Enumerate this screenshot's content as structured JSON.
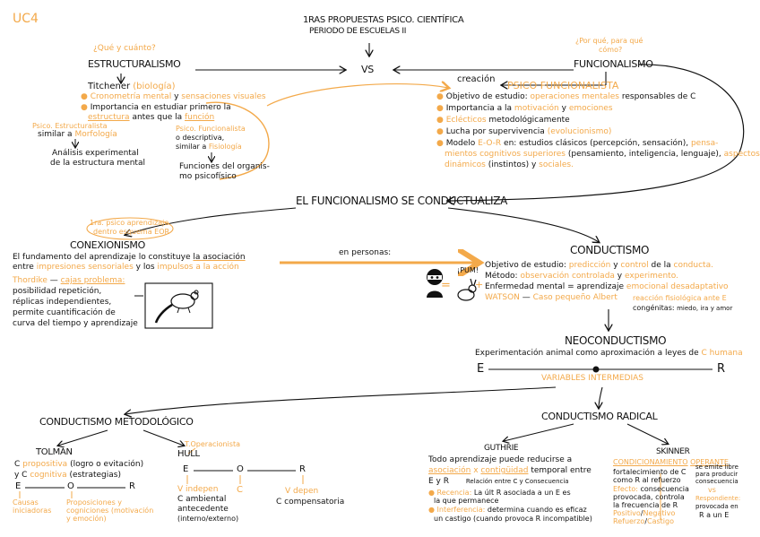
{
  "corner": "UC4",
  "title": {
    "line1": "1RAS PROPUESTAS PSICO. CIENTÍFICA",
    "line2": "PERIODO DE ESCUELAS",
    "roman": "II"
  },
  "vs": "VS",
  "estructuralismo": {
    "question": "¿Qué y cuánto?",
    "title": "ESTRUCTURALISMO",
    "titchener": "Titchener",
    "titchener_note": "(biología)",
    "b1a": "Cronometría mental",
    "b1b": "y",
    "b1c": "sensaciones visuales",
    "b2a": "Importancia en estudiar primero la",
    "b2b": "estructura",
    "b2c": "antes que la",
    "b2d": "función",
    "psico_est": "Psico. Estructuralista",
    "similar1a": "similar a",
    "similar1b": "Morfología",
    "analisis1": "Análisis experimental",
    "analisis2": "de la estructura mental",
    "psico_fun1": "Psico. Funcionalista",
    "psico_fun2": "o descriptiva,",
    "similar2a": "similar a",
    "similar2b": "Fisiología",
    "funciones1": "Funciones del organis-",
    "funciones2": "mo psicofísico"
  },
  "funcionalismo": {
    "question1": "¿Por qué, para qué",
    "question2": "cómo?",
    "title": "FUNCIONALISMO",
    "creacion": "creación",
    "psico": "PSICO FUNCIONALISTA",
    "i1a": "Objetivo de estudio:",
    "i1b": "operaciones mentales",
    "i1c": "responsables de C",
    "i2a": "Importancia a la",
    "i2b": "motivación",
    "i2c": "y",
    "i2d": "emociones",
    "i3a": "Eclécticos",
    "i3b": "metodológicamente",
    "i4a": "Lucha por supervivencia",
    "i4b": "(evolucionismo)",
    "i5a": "Modelo",
    "i5b": "E-O-R",
    "i5c": "en: estudios clásicos (percepción, sensación),",
    "i5d": "pensa-",
    "i6a": "mientos cognitivos superiores",
    "i6b": "(pensamiento, inteligencia, lenguaje),",
    "i6c": "aspectos",
    "i7a": "dinámicos",
    "i7b": "(instintos) y",
    "i7c": "sociales."
  },
  "conductualiza": "EL FUNCIONALISMO SE CONDUCTUALIZA",
  "conexionismo": {
    "note1": "1ra. psico aprendizaje",
    "note2": "dentro esquema EOR",
    "title": "CONEXIONISMO",
    "f1a": "El fundamento del aprendizaje lo constituye",
    "f1b": "la asociación",
    "f2a": "entre",
    "f2b": "impresiones sensoriales",
    "f2c": "y los",
    "f2d": "impulsos a la acción",
    "thorndike": "Thordike",
    "cajas": "cajas problema:",
    "p1": "posibilidad repetición,",
    "p2": "réplicas independientes,",
    "p3": "permite cuantificación de",
    "p4": "curva del tiempo y aprendizaje"
  },
  "en_personas": "en personas:",
  "conductismo": {
    "title": "CONDUCTISMO",
    "pum": "¡PUM!",
    "c1a": "Objetivo de estudio:",
    "c1b": "predicción",
    "c1c": "y",
    "c1d": "control",
    "c1e": "de la",
    "c1f": "conducta.",
    "c2a": "Método:",
    "c2b": "observación controlada",
    "c2c": "y",
    "c2d": "experimento.",
    "c3a": "Enfermedad mental = aprendizaje",
    "c3b": "emocional desadaptativo",
    "c4a": "WATSON",
    "c4b": "Caso pequeño Albert",
    "c4c": "reacción fisiológica ante E",
    "c5a": "congénitas:",
    "c5b": "miedo, ira y amor"
  },
  "neoconductismo": {
    "title": "NEOCONDUCTISMO",
    "exp1": "Experimentación animal como aproximación a leyes de",
    "exp2": "C humana",
    "e": "E",
    "r": "R",
    "variables": "VARIABLES INTERMEDIAS"
  },
  "metodologico": {
    "title": "CONDUCTISMO METODOLÓGICO",
    "tolman": "TOLMAN",
    "t1a": "C",
    "t1b": "propositiva",
    "t1c": "(logro o evitación)",
    "t2a": "y C",
    "t2b": "cognitiva",
    "t2c": "(estrategias)",
    "e": "E",
    "o": "O",
    "r": "R",
    "causas1": "Causas",
    "causas2": "iniciadoras",
    "prop1": "Proposiciones y",
    "prop2": "cogniciones (motivación",
    "prop3": "y emoción)",
    "hull": "HULL",
    "operacionista": "T.Operacionista",
    "he": "E",
    "ho": "O",
    "hr": "R",
    "vindep": "V indepen",
    "cambiental1": "C ambiental",
    "cambiental2": "antecedente",
    "cambiental3": "(interno/externo)",
    "hc": "C",
    "vdepen": "V depen",
    "compensatoria": "C compensatoria"
  },
  "radical": {
    "title": "CONDUCTISMO RADICAL",
    "guthrie": "GUTHRIE",
    "g1": "Todo aprendizaje puede reducirse a",
    "g2a": "asociación",
    "g2b": "x",
    "g2c": "contigüidad",
    "g2d": "temporal entre",
    "g3a": "E y R",
    "g3b": "Relación entre C y Consecuencia",
    "g4a": "Recencia:",
    "g4b": "La últ R asociada a un E es",
    "g5": "la que permanece",
    "g6a": "Interferencia:",
    "g6b": "determina cuando es eficaz",
    "g7": "un castigo (cuando provoca R incompatible)",
    "skinner": "SKINNER",
    "s1a": "CONDICIONAMIENTO",
    "s1b": "OPERANTE",
    "s2": "fortalecimiento de C",
    "s3": "como R al refuerzo",
    "s4a": "Efecto:",
    "s4b": "consecuencia",
    "s5": "provocada, controla",
    "s6": "la frecuencia de R",
    "s7a": "Positivo",
    "s7b": "Negativo",
    "s8a": "Refuerzo",
    "s8b": "Castigo",
    "sr1": "se emite libre",
    "sr2": "para producir",
    "sr3": "consecuencia",
    "sr4": "vs",
    "sr5": "Respondiente:",
    "sr6": "provocada en",
    "sr7": "R a un E"
  },
  "colors": {
    "accent": "#f3a94a",
    "ink": "#111111"
  }
}
